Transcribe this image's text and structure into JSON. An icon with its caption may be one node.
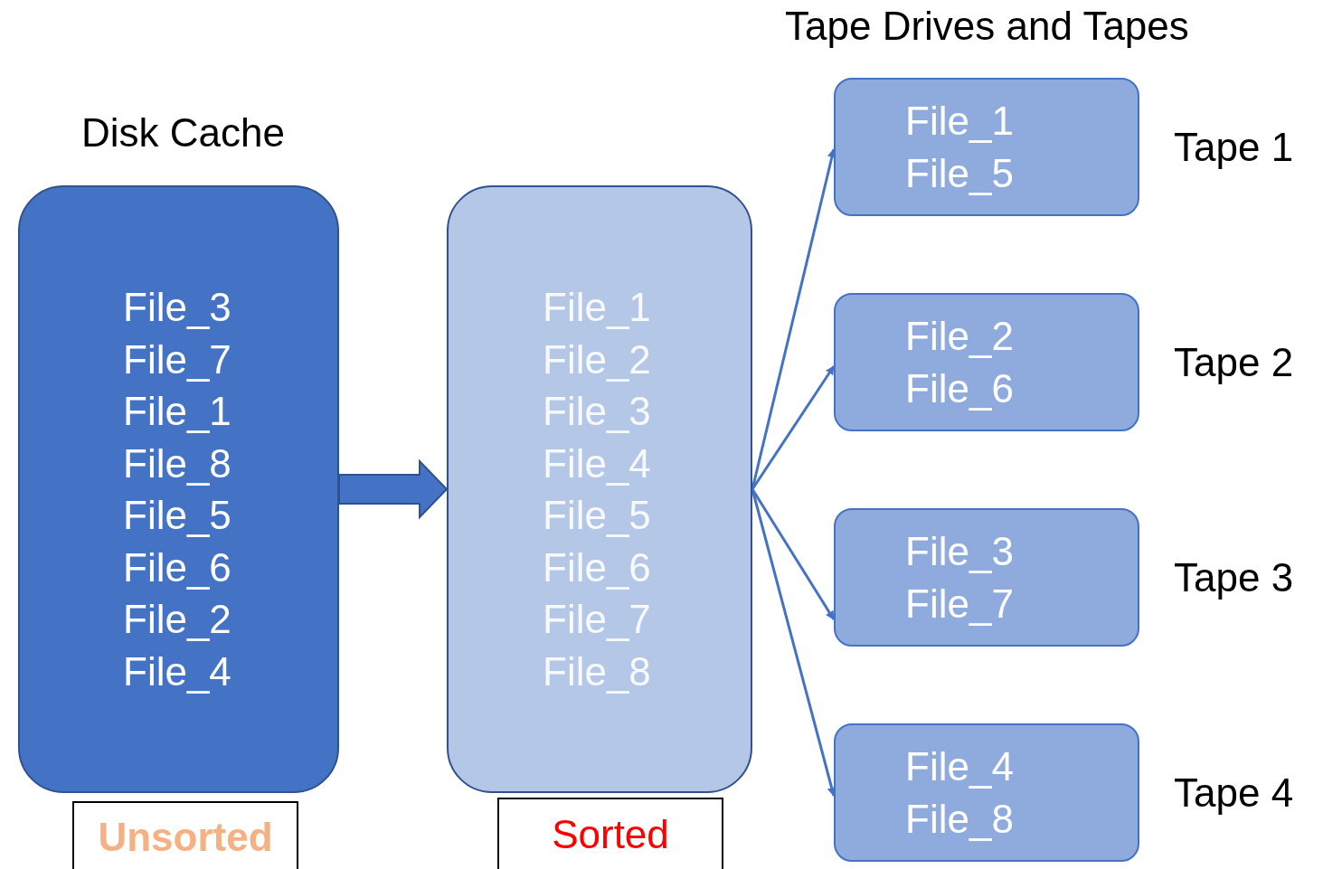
{
  "diagram": {
    "nodes": [
      {
        "text": [
          "File_3",
          "File_7",
          "File_1",
          "File_8",
          "File_5",
          "File_6",
          "File_2",
          "File_4"
        ]
      },
      {
        "text": [
          "Unsorted"
        ]
      },
      {
        "text": [
          "File_1",
          "File_2",
          "File_3",
          "File_4",
          "File_5",
          "File_6",
          "File_7",
          "File_8"
        ]
      },
      {
        "text": [
          "Sorted"
        ]
      },
      {
        "text": [
          "File_1",
          "File_5"
        ],
        "beside": [
          "Tape 1"
        ]
      },
      {
        "text": [
          "File_2",
          "File_6"
        ],
        "beside": [
          "Tape 2"
        ]
      },
      {
        "text": [
          "File_3",
          "File_7"
        ],
        "beside": [
          "Tape 3"
        ]
      },
      {
        "text": [
          "File_4",
          "File_8"
        ],
        "beside": [
          "Tape 4"
        ]
      }
    ],
    "edges": [
      {
        "from": 0,
        "to": 2,
        "arrow": "to",
        "style": "thick"
      },
      {
        "from": 2,
        "to": 4,
        "arrow": "to"
      },
      {
        "from": 2,
        "to": 5,
        "arrow": "to"
      },
      {
        "from": 2,
        "to": 6,
        "arrow": "to"
      },
      {
        "from": 2,
        "to": 7,
        "arrow": "to"
      }
    ],
    "labels": [
      "Disk Cache",
      "Tape Drives and Tapes"
    ]
  }
}
